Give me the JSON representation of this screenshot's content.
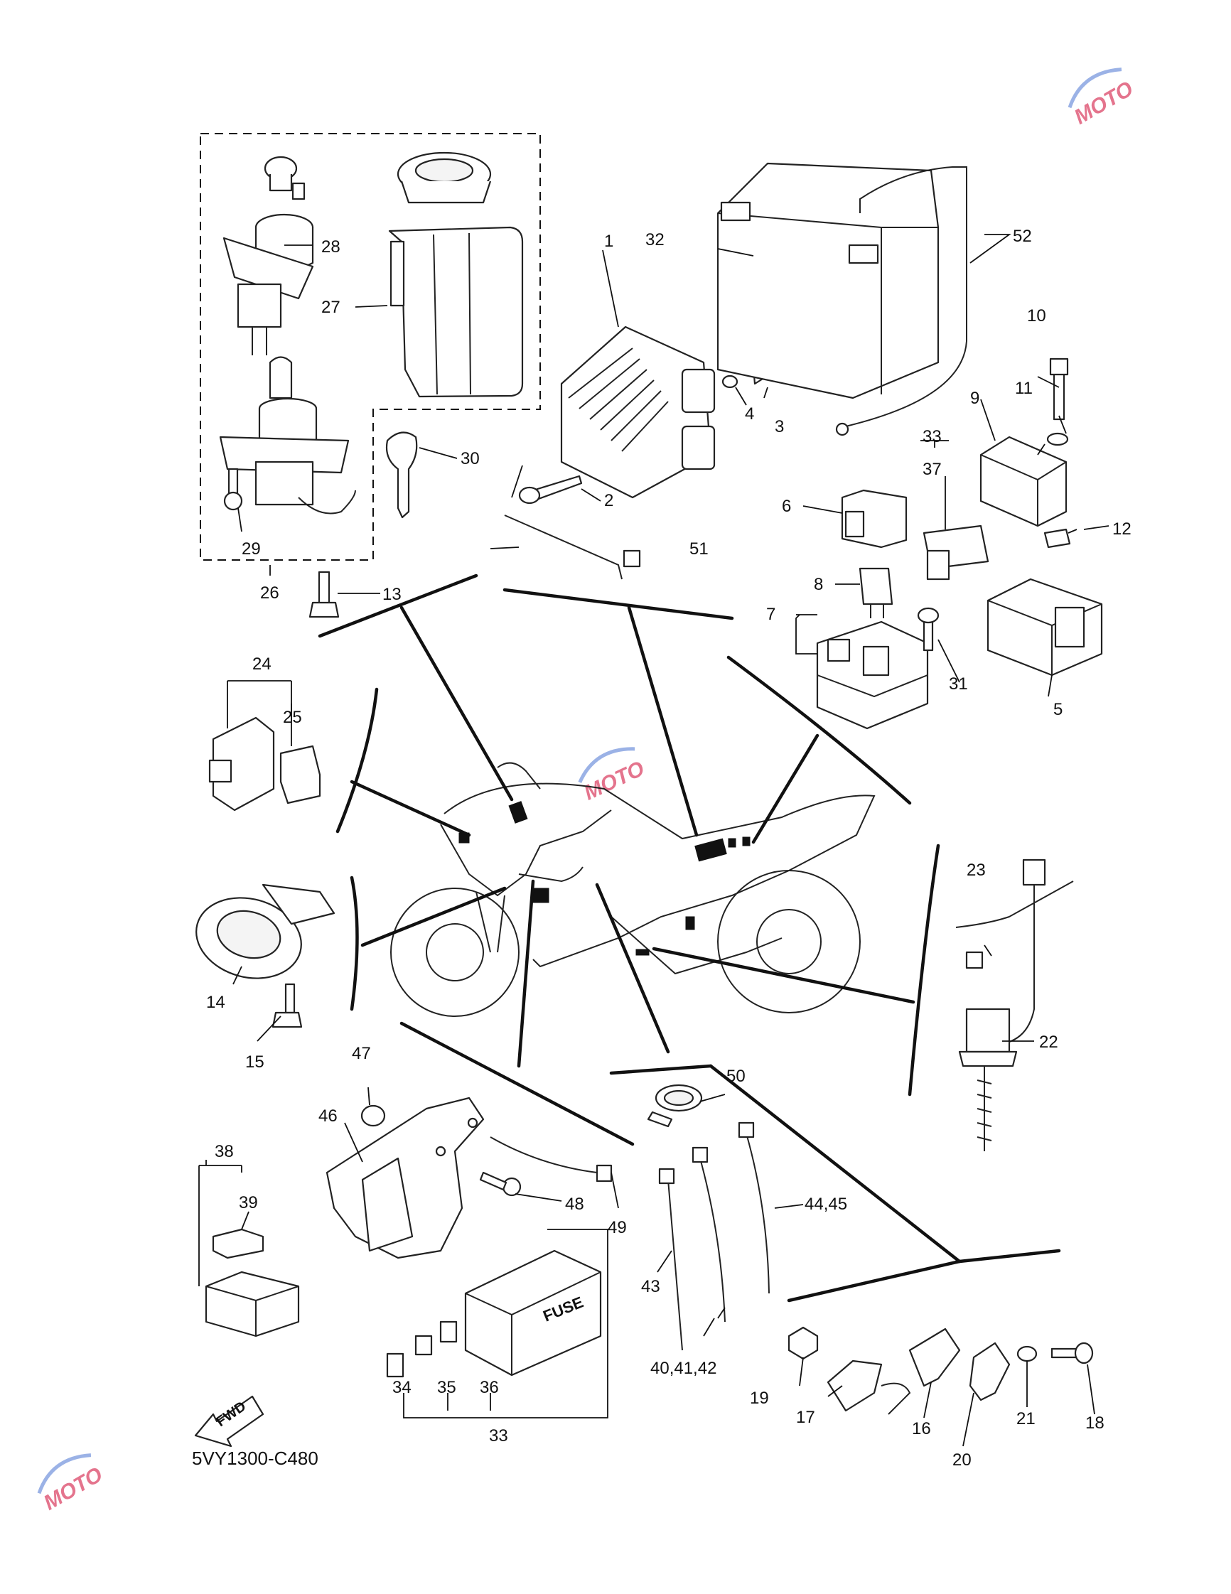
{
  "diagram": {
    "code": "5VY1300-C480",
    "fwd_label": "FWD",
    "fuse_label": "FUSE",
    "watermark": "MOTO",
    "callouts": [
      "1",
      "2",
      "3",
      "4",
      "5",
      "6",
      "7",
      "8",
      "9",
      "10",
      "11",
      "12",
      "13",
      "14",
      "15",
      "16",
      "17",
      "18",
      "19",
      "20",
      "21",
      "22",
      "23",
      "24",
      "25",
      "26",
      "27",
      "28",
      "29",
      "30",
      "31",
      "32",
      "33",
      "33",
      "34",
      "35",
      "36",
      "37",
      "38",
      "39",
      "40,41,42",
      "43",
      "44,45",
      "46",
      "47",
      "48",
      "49",
      "50",
      "51",
      "52"
    ]
  }
}
